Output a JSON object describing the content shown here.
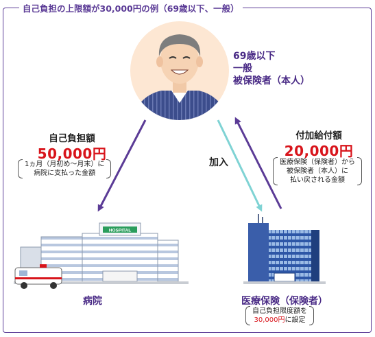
{
  "frame_title": "自己負担の上限額が30,000円の例（69歳以下、一般）",
  "person": {
    "line1": "69歳以下",
    "line2": "一般",
    "line3": "被保険者（本人）"
  },
  "left_flow": {
    "title": "自己負担額",
    "amount": "50,000円",
    "note_line1": "1ヵ月（月初め～月末）に",
    "note_line2": "病院に支払った金額"
  },
  "right_flow": {
    "title": "付加給付額",
    "amount": "20,000円",
    "note_line1": "医療保険（保険者）から",
    "note_line2": "被保険者（本人）に",
    "note_line3": "払い戻される金額"
  },
  "join_label": "加入",
  "hospital": {
    "sign": "HOSPITAL",
    "label": "病院"
  },
  "insurer": {
    "label": "医療保険（保険者）",
    "note_line1": "自己負担限度額を",
    "note_amount": "30,000円",
    "note_suffix": "に設定"
  },
  "colors": {
    "purple": "#5b3b96",
    "red": "#d8141b",
    "teal": "#7fd3d4",
    "building_blue": "#2a4f9a"
  }
}
